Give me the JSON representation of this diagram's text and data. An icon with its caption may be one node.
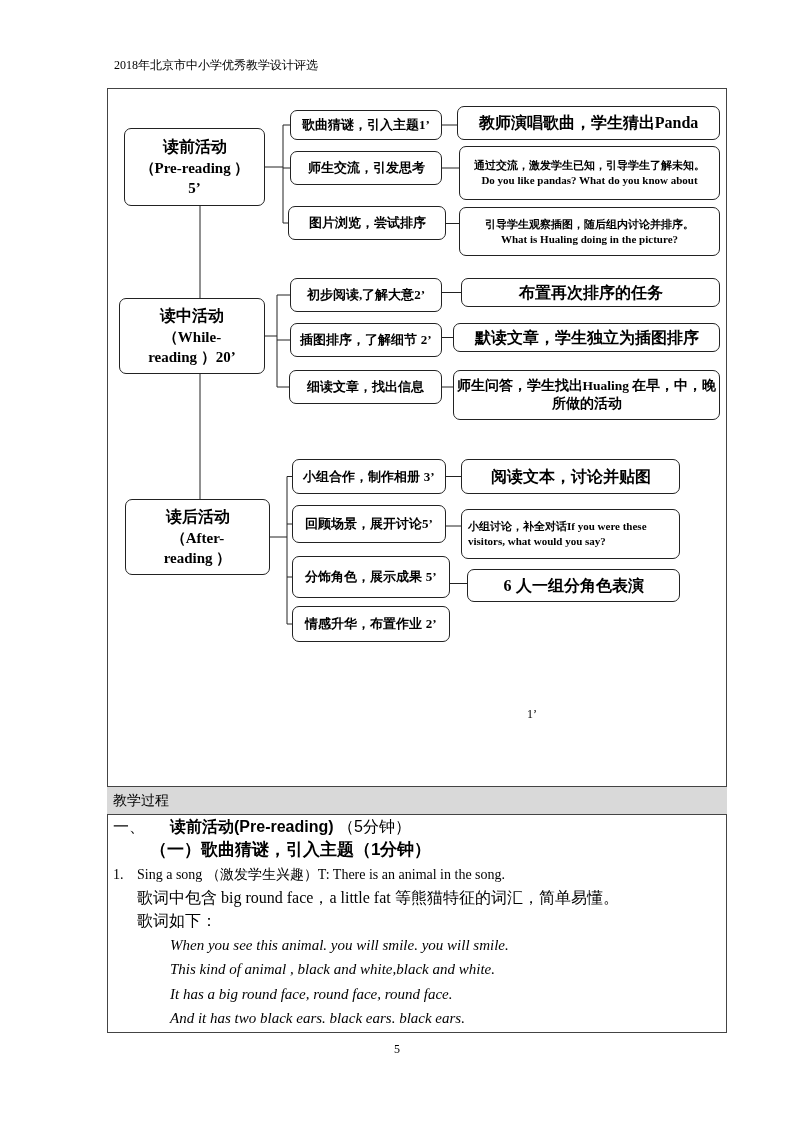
{
  "diagram": {
    "nodes": [
      {
        "text": [
          "读前活动",
          "（Pre-reading ） 5’"
        ]
      },
      {
        "text": [
          "歌曲猜谜，引入主题1’"
        ]
      },
      {
        "text": [
          "教师演唱歌曲，学生猜出Panda"
        ]
      },
      {
        "text": [
          "师生交流，引发思考"
        ]
      },
      {
        "text": [
          "通过交流，激发学生已知，引导学生了解未知。",
          "Do you like pandas? What do you know about"
        ]
      },
      {
        "text": [
          "图片浏览，尝试排序"
        ]
      },
      {
        "text": [
          "引导学生观察插图，随后组内讨论并排序。",
          "What is Hualing doing in the picture?"
        ]
      },
      {
        "text": [
          "读中活动",
          "（While-reading ）20’"
        ]
      },
      {
        "text": [
          "初步阅读,了解大意2’"
        ]
      },
      {
        "text": [
          "布置再次排序的任务"
        ]
      },
      {
        "text": [
          "插图排序，了解细节 2’"
        ]
      },
      {
        "text": [
          "默读文章，学生独立为插图排序"
        ]
      },
      {
        "text": [
          "细读文章，找出信息"
        ]
      },
      {
        "text": [
          "师生问答，学生找出Hualing 在早，中，晚所做的活动"
        ]
      },
      {
        "text": [
          "读后活动",
          "（After-reading ）"
        ]
      },
      {
        "text": [
          "小组合作，制作相册 3’"
        ]
      },
      {
        "text": [
          "阅读文本，讨论并贴图"
        ]
      },
      {
        "text": [
          "回顾场景，展开讨论5’"
        ]
      },
      {
        "text": [
          "小组讨论，补全对话If you were these visitors, what would you say?"
        ]
      },
      {
        "text": [
          "分饰角色，展示成果 5’"
        ]
      },
      {
        "text": [
          "6 人一组分角色表演"
        ]
      },
      {
        "text": [
          "情感升华，布置作业 2’"
        ]
      }
    ],
    "edges": [
      {
        "from": 0,
        "to": 1,
        "arrow": "none"
      },
      {
        "from": 0,
        "to": 3,
        "arrow": "none"
      },
      {
        "from": 0,
        "to": 5,
        "arrow": "none"
      },
      {
        "from": 1,
        "to": 2,
        "arrow": "none"
      },
      {
        "from": 3,
        "to": 4,
        "arrow": "none"
      },
      {
        "from": 5,
        "to": 6,
        "arrow": "none"
      },
      {
        "from": 0,
        "to": 7,
        "arrow": "none"
      },
      {
        "from": 7,
        "to": 8,
        "arrow": "none"
      },
      {
        "from": 7,
        "to": 10,
        "arrow": "none"
      },
      {
        "from": 7,
        "to": 12,
        "arrow": "none"
      },
      {
        "from": 8,
        "to": 9,
        "arrow": "none"
      },
      {
        "from": 10,
        "to": 11,
        "arrow": "none"
      },
      {
        "from": 12,
        "to": 13,
        "arrow": "none"
      },
      {
        "from": 7,
        "to": 14,
        "arrow": "none"
      },
      {
        "from": 14,
        "to": 15,
        "arrow": "none"
      },
      {
        "from": 14,
        "to": 17,
        "arrow": "none"
      },
      {
        "from": 14,
        "to": 19,
        "arrow": "none"
      },
      {
        "from": 14,
        "to": 21,
        "arrow": "none"
      },
      {
        "from": 15,
        "to": 16,
        "arrow": "none"
      },
      {
        "from": 17,
        "to": 18,
        "arrow": "none"
      },
      {
        "from": 19,
        "to": 20,
        "arrow": "none"
      }
    ],
    "labels": [
      "2018年北京市中小学优秀教学设计评选",
      "1’",
      "教学过程",
      "一、",
      "**读前活动(Pre-reading)** （5分钟）",
      "（一）歌曲猜谜，引入主题（1分钟）",
      "1.",
      "Sing a song （激发学生兴趣）T: There is an animal in the song.",
      "歌词中包含 big round face，a little fat 等熊猫特征的词汇，简单易懂。",
      "歌词如下：",
      "When you see this animal. you will smile. you will smile.",
      "This kind of animal , black and white,black and white.",
      "It has a big round face, round face, round face.",
      "And it has two black ears. black ears. black ears.",
      "5"
    ]
  }
}
